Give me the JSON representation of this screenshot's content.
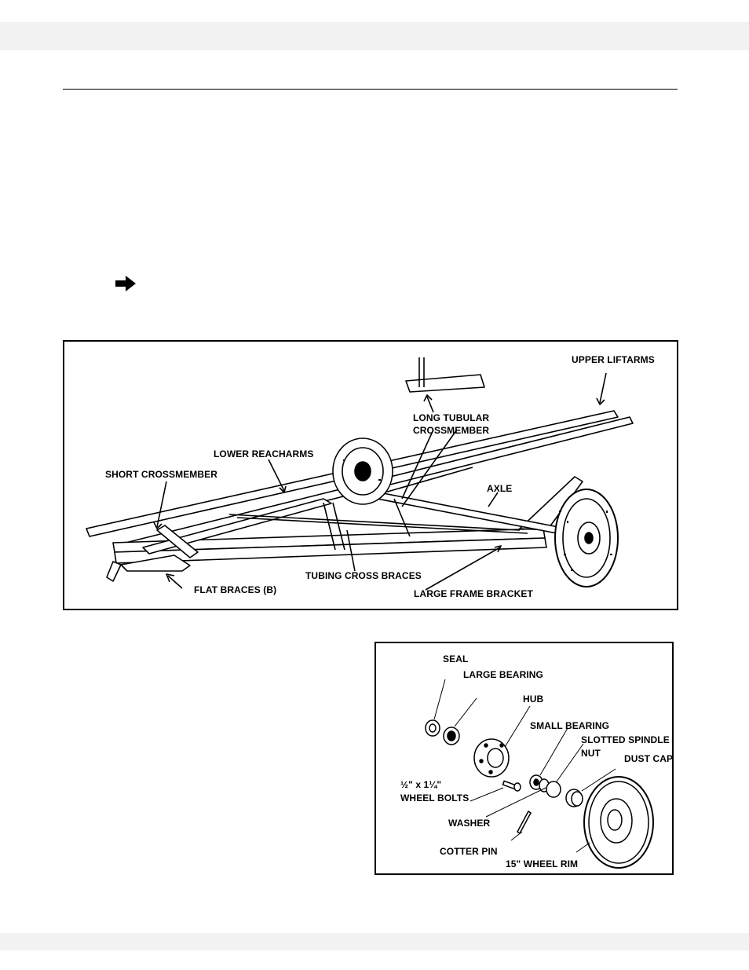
{
  "figure1": {
    "labels": {
      "upper_liftarms": "UPPER LIFTARMS",
      "long_tubular_line1": "LONG TUBULAR",
      "long_tubular_line2": "CROSSMEMBER",
      "lower_reacharms": "LOWER REACHARMS",
      "short_crossmember": "SHORT CROSSMEMBER",
      "axle": "AXLE",
      "tubing_cross_braces": "TUBING CROSS BRACES",
      "flat_braces": "FLAT BRACES (B)",
      "large_frame_bracket": "LARGE FRAME BRACKET"
    }
  },
  "figure2": {
    "labels": {
      "seal": "SEAL",
      "large_bearing": "LARGE BEARING",
      "hub": "HUB",
      "small_bearing": "SMALL BEARING",
      "slotted_spindle_line1": "SLOTTED SPINDLE",
      "slotted_spindle_line2": "NUT",
      "dust_cap": "DUST CAP",
      "wheel_bolts_line1": "½\" x 1¼\"",
      "wheel_bolts_line2": "WHEEL BOLTS",
      "washer": "WASHER",
      "cotter_pin": "COTTER PIN",
      "wheel_rim": "15\" WHEEL RIM"
    }
  },
  "icons": {
    "pointer": "right-arrow-icon"
  }
}
